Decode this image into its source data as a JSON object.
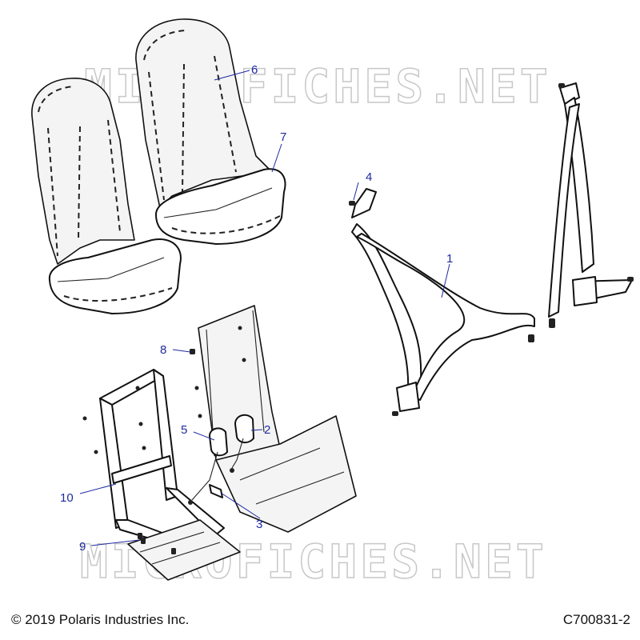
{
  "watermark": "MICROFICHES.NET",
  "callouts": {
    "c1": "1",
    "c2": "2",
    "c3": "3",
    "c4": "4",
    "c5": "5",
    "c6": "6",
    "c7": "7",
    "c8": "8",
    "c9": "9",
    "c10": "10"
  },
  "footer": {
    "copyright": "© 2019 Polaris Industries Inc.",
    "figure_code": "C700831-2"
  },
  "colors": {
    "callout": "#1f2aa0",
    "line": "#111111",
    "watermark": "#c8c8c8"
  }
}
